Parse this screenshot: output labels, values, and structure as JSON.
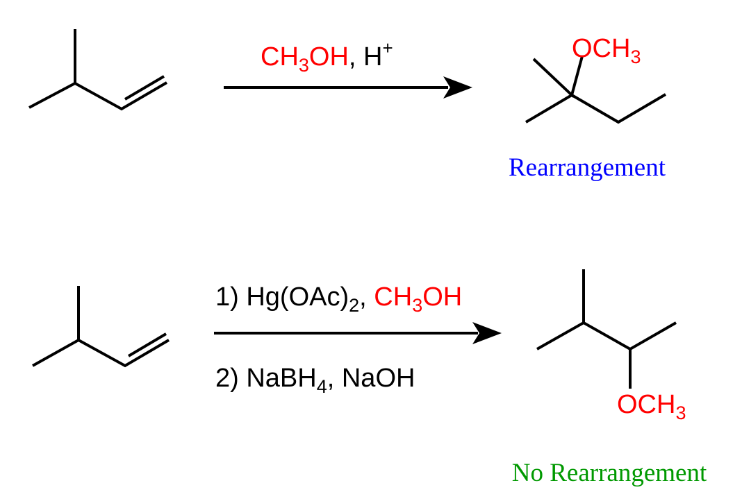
{
  "colors": {
    "reagent": "#ff0000",
    "rearrangement": "#0000ff",
    "no_rearrangement": "#009900",
    "text": "#000000"
  },
  "reaction1": {
    "reagent_main": "CH",
    "reagent_sub": "3",
    "reagent_tail": "OH",
    "reagent_sep": ", H",
    "reagent_sup": "+",
    "product_group": "OCH",
    "product_group_sub": "3",
    "outcome": "Rearrangement"
  },
  "reaction2": {
    "step1_prefix": "1) Hg(OAc)",
    "step1_sub": "2",
    "step1_sep": ", ",
    "step1_reagent": "CH",
    "step1_reagent_sub": "3",
    "step1_reagent_tail": "OH",
    "step2_prefix": "2) NaBH",
    "step2_sub": "4",
    "step2_tail": ", NaOH",
    "product_group": "OCH",
    "product_group_sub": "3",
    "outcome": "No Rearrangement"
  }
}
